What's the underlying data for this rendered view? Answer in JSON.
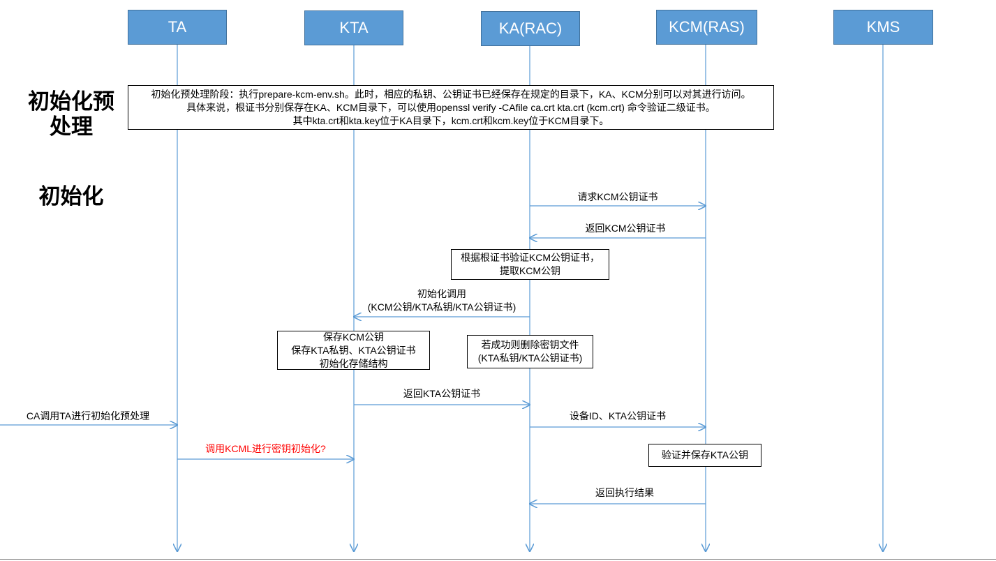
{
  "actors": [
    {
      "label": "TA"
    },
    {
      "label": "KTA"
    },
    {
      "label": "KA(RAC)"
    },
    {
      "label": "KCM(RAS)"
    },
    {
      "label": "KMS"
    }
  ],
  "sections": {
    "preprocess": "初始化预处理",
    "init": "初始化"
  },
  "notes": {
    "preprocess": [
      "初始化预处理阶段：执行prepare-kcm-env.sh。此时，相应的私钥、公钥证书已经保存在规定的目录下，KA、KCM分别可以对其进行访问。",
      "具体来说，根证书分别保存在KA、KCM目录下，可以使用openssl verify -CAfile ca.crt kta.crt (kcm.crt)  命令验证二级证书。",
      "其中kta.crt和kta.key位于KA目录下，kcm.crt和kcm.key位于KCM目录下。"
    ],
    "verify_kcm": [
      "根据根证书验证KCM公钥证书，",
      "提取KCM公钥"
    ],
    "kta_save": [
      "保存KCM公钥",
      "保存KTA私钥、KTA公钥证书",
      "初始化存储结构"
    ],
    "delete_key": [
      "若成功则删除密钥文件",
      "(KTA私钥/KTA公钥证书)"
    ],
    "verify_kta": [
      "验证并保存KTA公钥"
    ]
  },
  "messages": {
    "request_kcm_cert": "请求KCM公钥证书",
    "return_kcm_cert": "返回KCM公钥证书",
    "init_call": [
      "初始化调用",
      "(KCM公钥/KTA私钥/KTA公钥证书)"
    ],
    "return_kta_cert": "返回KTA公钥证书",
    "ca_call_ta": "CA调用TA进行初始化预处理",
    "device_id": "设备ID、KTA公钥证书",
    "call_kcml": "调用KCML进行密钥初始化?",
    "return_result": "返回执行结果"
  },
  "colors": {
    "actor_fill": "#5b9bd5",
    "lifeline": "#5b9bd5",
    "highlight_text": "#ff0000"
  }
}
